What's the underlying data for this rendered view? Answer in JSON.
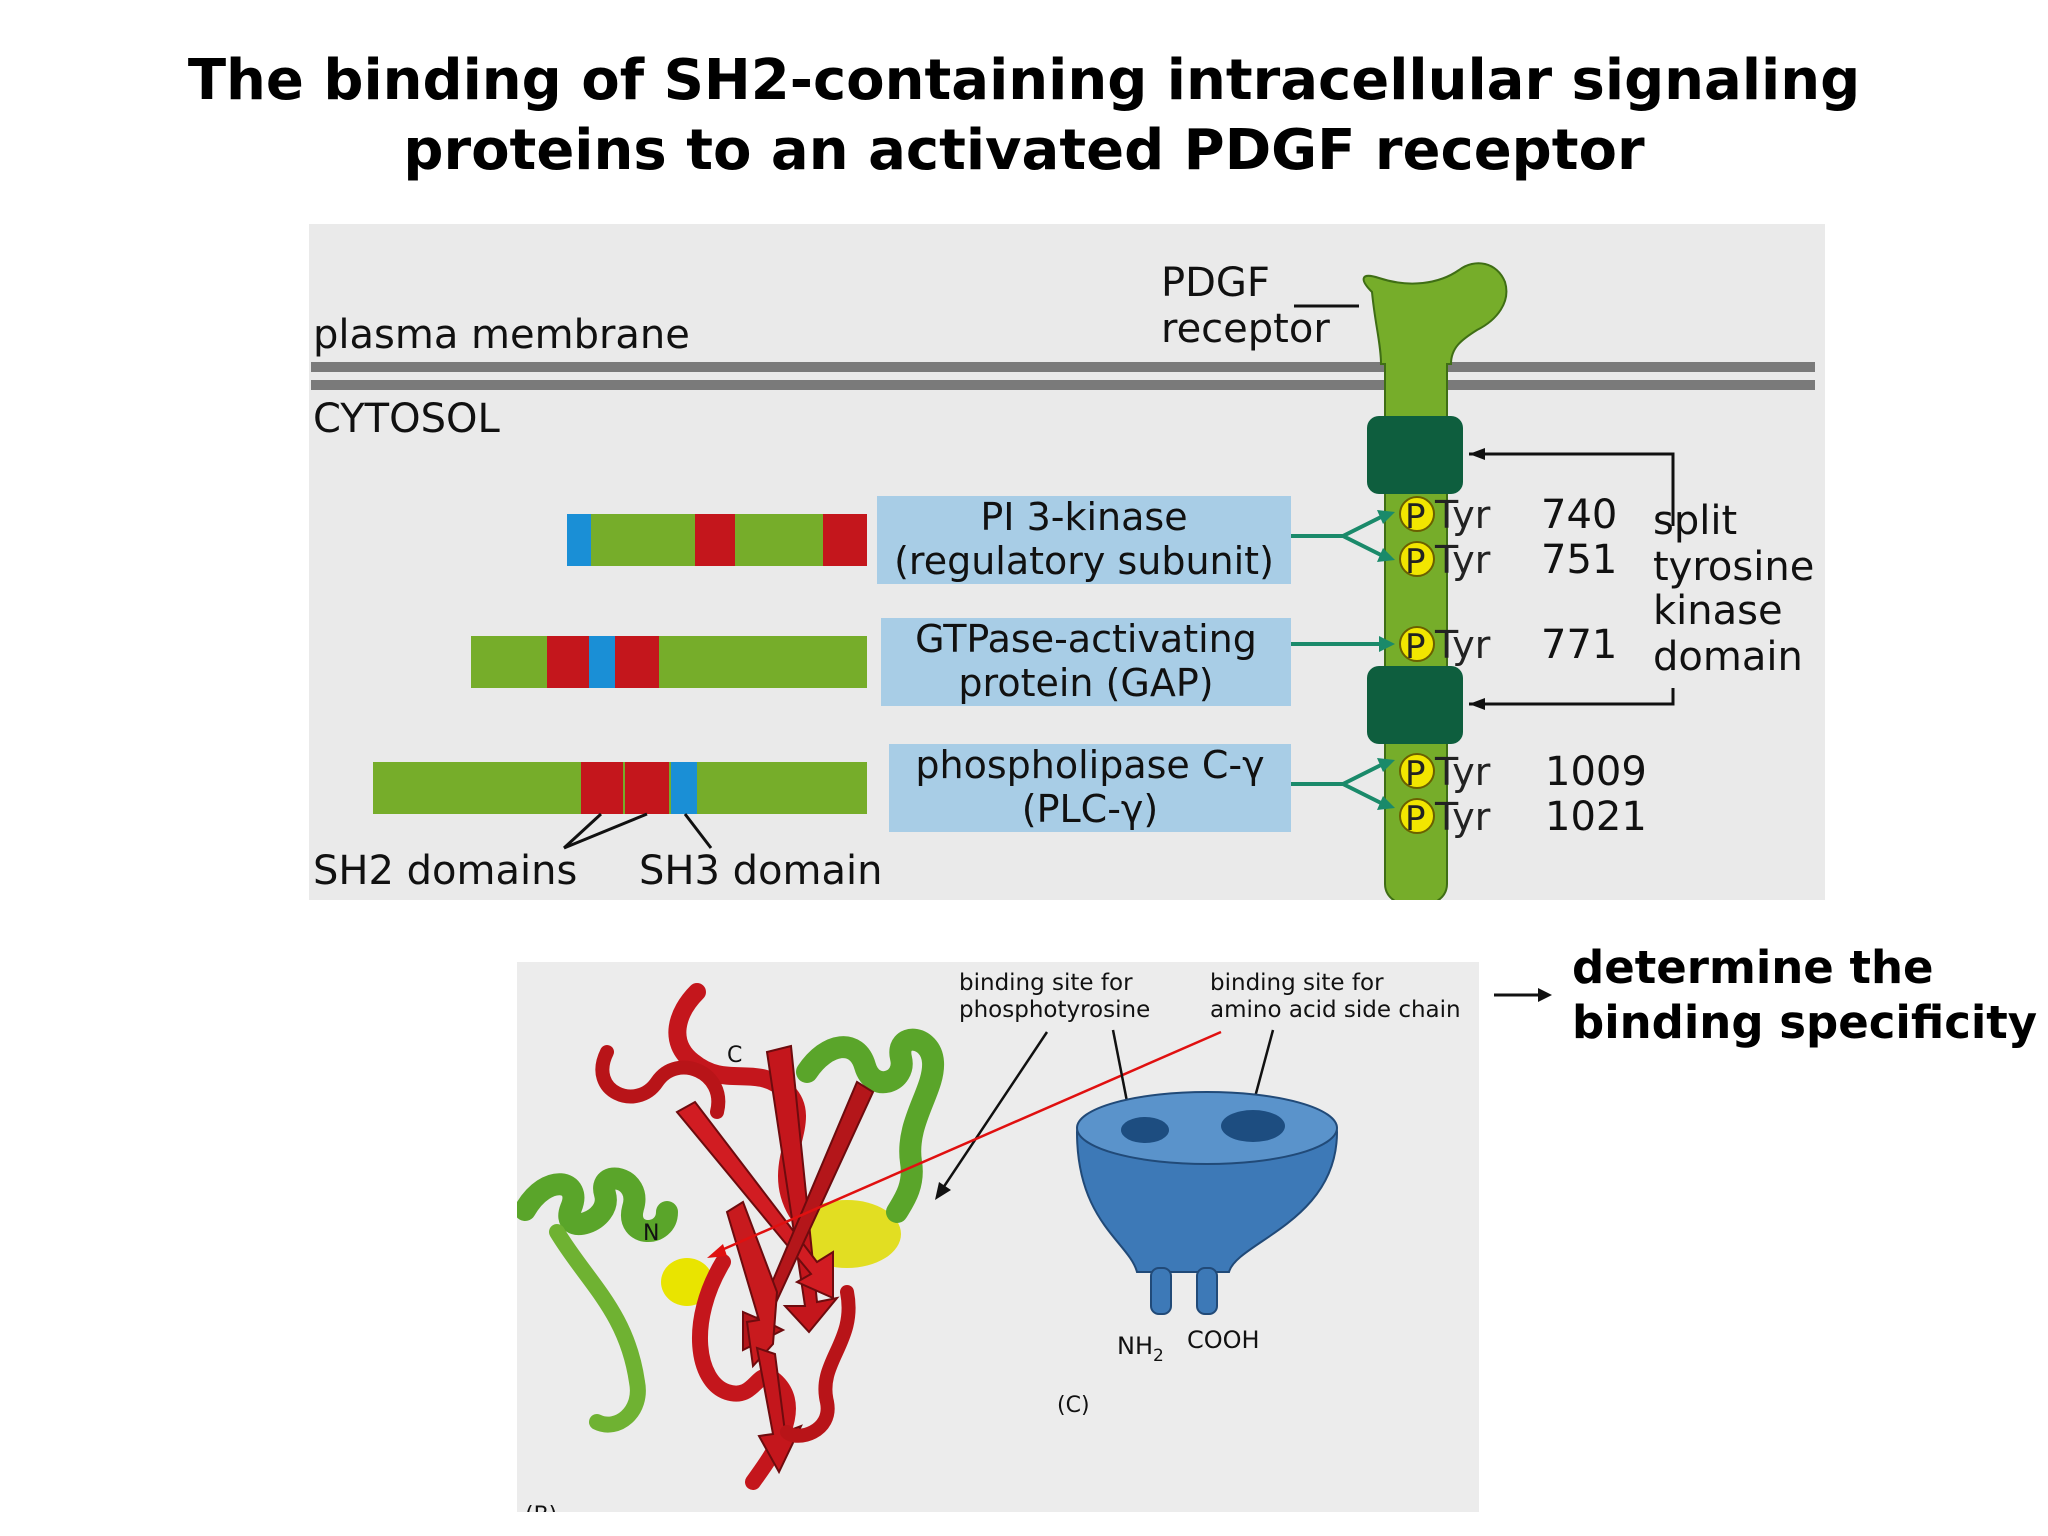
{
  "title": {
    "line1": "The binding of SH2-containing intracellular signaling",
    "line2": "proteins to an activated PDGF receptor"
  },
  "panel_a": {
    "membrane_label": "plasma membrane",
    "cytosol_label": "CYTOSOL",
    "receptor_label_1": "PDGF",
    "receptor_label_2": "receptor",
    "domain_label_1": "split",
    "domain_label_2": "tyrosine",
    "domain_label_3": "kinase",
    "domain_label_4": "domain",
    "sh2_label": "SH2 domains",
    "sh3_label": "SH3 domain",
    "phospho_letter": "P",
    "tyr_label": "Tyr",
    "proteins": [
      {
        "line1": "PI 3-kinase",
        "line2": "(regulatory subunit)"
      },
      {
        "line1": "GTPase-activating",
        "line2": "protein (GAP)"
      },
      {
        "line1": "phospholipase C-γ",
        "line2": "(PLC-γ)"
      }
    ],
    "residues": [
      "740",
      "751",
      "771",
      "1009",
      "1021"
    ],
    "colors": {
      "protein_body": "#76ad2a",
      "sh2": "#c4161c",
      "sh3": "#1a8fd6",
      "kinase": "#0e5e3e",
      "label_box": "#a8cde6",
      "phospho": "#f2e600",
      "arrow": "#1a8a6a"
    }
  },
  "panel_b": {
    "label_site_1a": "binding site for",
    "label_site_1b": "phosphotyrosine",
    "label_site_2a": "binding site for",
    "label_site_2b": "amino acid side chain",
    "n_label": "N",
    "c_label": "C",
    "nh2": "NH",
    "nh2_sub": "2",
    "cooh": "COOH",
    "panel_c_label": "(C)",
    "panel_b_label": "(B)"
  },
  "side_note": {
    "line1": "determine the",
    "line2": "binding specificity"
  }
}
